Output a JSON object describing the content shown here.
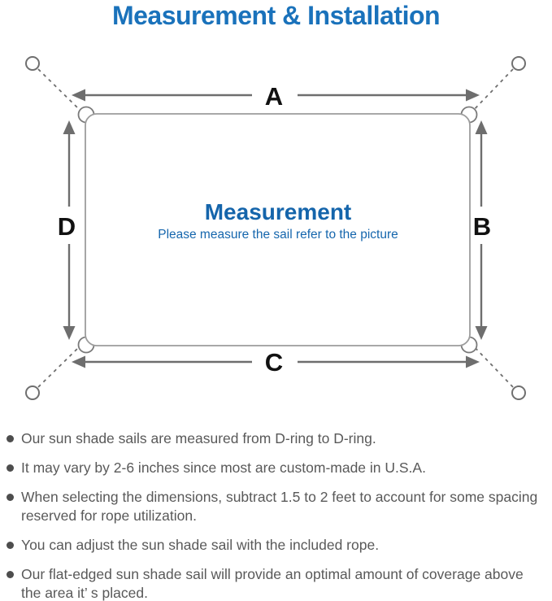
{
  "title": "Measurement & Installation",
  "colors": {
    "title_blue": "#1a72bb",
    "center_blue": "#1565ab",
    "body_text_gray": "#595959",
    "outline_gray": "#9c9c9c",
    "arrow_gray": "#6e6e6e"
  },
  "diagram": {
    "center_title": "Measurement",
    "center_subtitle": "Please measure the sail refer to the picture",
    "labels": {
      "a": "A",
      "b": "B",
      "c": "C",
      "d": "D"
    }
  },
  "notes": [
    "Our sun shade sails are measured from D-ring to D-ring.",
    "It may vary by 2-6 inches since most are custom-made in U.S.A.",
    "When selecting the dimensions, subtract 1.5 to 2 feet to account for some spacing\nreserved for rope utilization.",
    "You can adjust the sun shade sail with the included rope.",
    "Our flat-edged sun shade sail will provide an optimal amount of coverage above\nthe area it’ s placed."
  ]
}
